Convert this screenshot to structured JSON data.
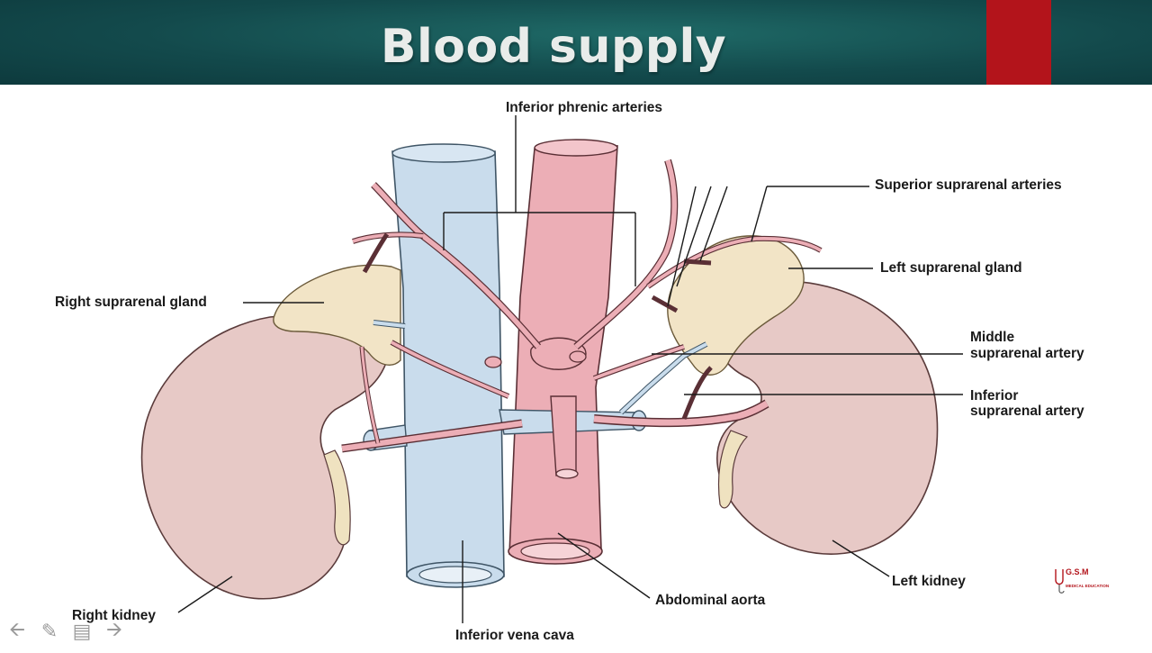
{
  "slide": {
    "title": "Blood supply"
  },
  "diagram": {
    "labels": {
      "inferior_phrenic_arteries": "Inferior phrenic arteries",
      "superior_suprarenal_arteries": "Superior suprarenal arteries",
      "left_suprarenal_gland": "Left suprarenal gland",
      "right_suprarenal_gland": "Right suprarenal gland",
      "middle_suprarenal_artery_1": "Middle",
      "middle_suprarenal_artery_2": "suprarenal artery",
      "inferior_suprarenal_artery_1": "Inferior",
      "inferior_suprarenal_artery_2": "suprarenal artery",
      "left_kidney": "Left kidney",
      "right_kidney": "Right kidney",
      "abdominal_aorta": "Abdominal aorta",
      "inferior_vena_cava": "Inferior vena cava"
    }
  },
  "logo": {
    "name": "G.S.M",
    "tagline": "MEDICAL EDUCATION"
  },
  "icons": [
    "back-arrow-icon",
    "pen-icon",
    "notes-icon",
    "forward-arrow-icon"
  ],
  "colors": {
    "header": "#134a4c",
    "accent": "#b3141b",
    "vein": "#c9dcec",
    "artery": "#ecaeb6",
    "kidney": "#e7c9c6",
    "gland": "#f2e4c6"
  }
}
